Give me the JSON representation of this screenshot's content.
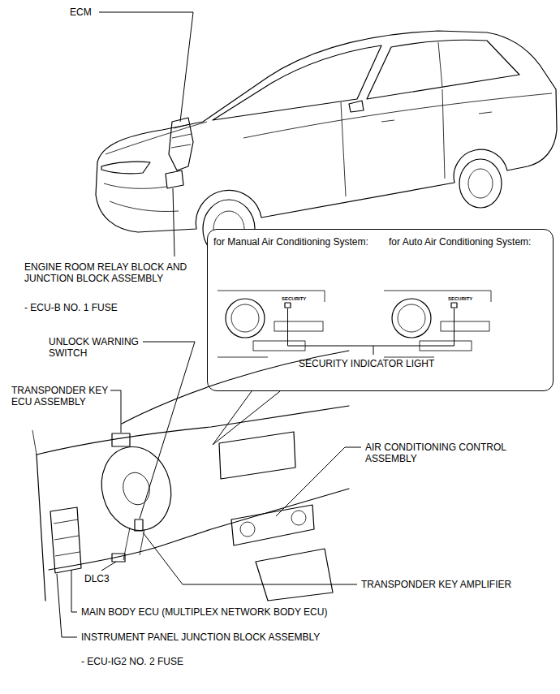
{
  "diagram": {
    "nodes": [
      {
        "text": [
          "for Manual Air Conditioning System:",
          "for Auto Air Conditioning System:",
          "SECURITY",
          "SECURITY",
          "SECURITY INDICATOR LIGHT"
        ]
      }
    ],
    "labels": [
      "ECM",
      "ENGINE ROOM RELAY BLOCK AND JUNCTION BLOCK ASSEMBLY",
      "- ECU-B NO. 1 FUSE",
      "UNLOCK WARNING SWITCH",
      "TRANSPONDER KEY ECU ASSEMBLY",
      "AIR CONDITIONING CONTROL ASSEMBLY",
      "DLC3",
      "TRANSPONDER KEY AMPLIFIER",
      "MAIN BODY ECU (MULTIPLEX NETWORK BODY ECU)",
      "INSTRUMENT PANEL JUNCTION BLOCK ASSEMBLY",
      "- ECU-IG2 NO. 2 FUSE"
    ]
  }
}
